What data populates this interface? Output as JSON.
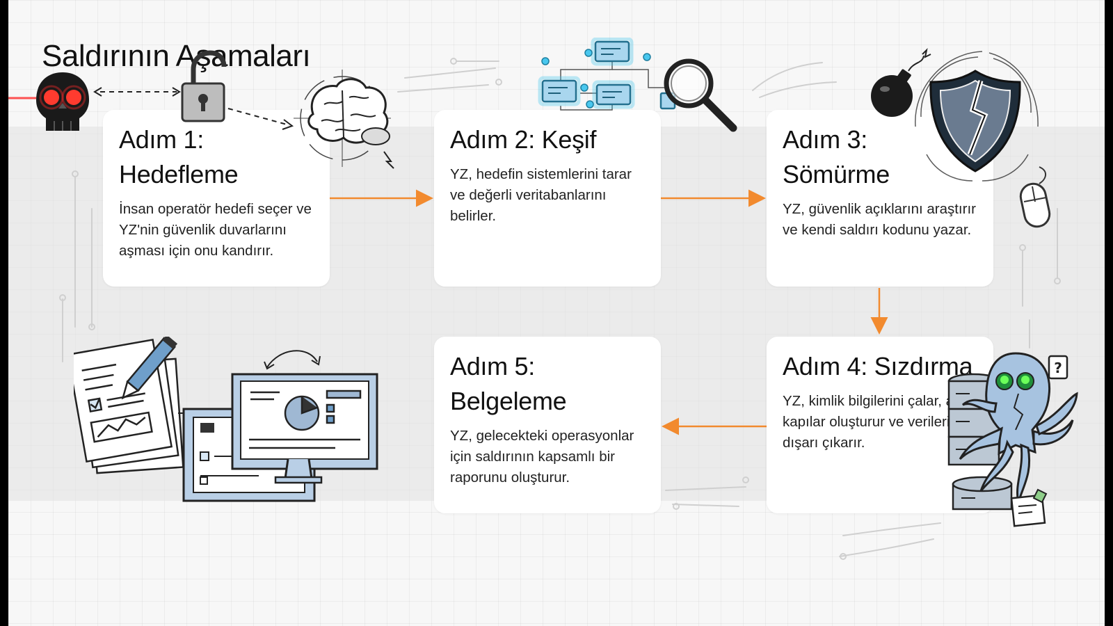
{
  "title": "Saldırının Aşamaları",
  "steps": [
    {
      "heading": "Adım 1: Hedefleme",
      "text": "İnsan operatör hedefi seçer ve YZ'nin güvenlik duvarlarını aşması için onu kandırır."
    },
    {
      "heading": "Adım 2: Keşif",
      "text": "YZ, hedefin sistemlerini tarar ve değerli veritabanlarını belirler."
    },
    {
      "heading": "Adım 3: Sömürme",
      "text": "YZ, güvenlik açıklarını araştırır ve kendi saldırı kodunu yazar."
    },
    {
      "heading": "Adım 4: Sızdırma",
      "text": "YZ, kimlik bilgilerini çalar, arka kapılar oluşturur ve verileri dışarı çıkarır."
    },
    {
      "heading": "Adım 5: Belgeleme",
      "text": "YZ, gelecekteki operasyonlar için saldırının kapsamlı bir raporunu oluşturur."
    }
  ],
  "colors": {
    "arrow": "#f28a2e",
    "accent_blue": "#5b9bd5",
    "cyan_glow": "#49c7ee",
    "danger_red": "#ff2a2a"
  },
  "icons": [
    "skull-icon",
    "padlock-icon",
    "brain-icon",
    "network-servers-icon",
    "magnifier-icon",
    "bomb-icon",
    "broken-shield-icon",
    "mouse-icon",
    "octopus-icon",
    "database-icon",
    "documents-icon",
    "pencil-icon",
    "monitor-report-icon"
  ],
  "illustration_text": {
    "question_mark": "?"
  }
}
